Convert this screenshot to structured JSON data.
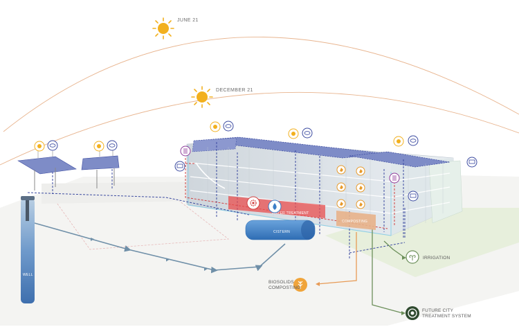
{
  "sun_paths": {
    "summer_label": "JUNE 21",
    "winter_label": "DECEMBER 21"
  },
  "systems": {
    "cistern_label": "CISTERN",
    "water_treatment_label": "WATER TREATMENT",
    "composting_label": "COMPOSTING",
    "well_label": "WELL",
    "irrigation_label": "IRRIGATION",
    "biosolids_line1": "BIOSOLIDS",
    "biosolids_line2": "COMPOSTING",
    "future_line1": "FUTURE CITY",
    "future_line2": "TREATMENT SYSTEM"
  },
  "colors": {
    "sun": "#f2b01e",
    "sun_path": "#e8b48e",
    "water_pipe": "#6f8fa8",
    "rain_pipe": "#3b4aa0",
    "waste_pipe": "#d04040",
    "compost_pipe": "#e79a55",
    "green_pipe": "#6c8f5a",
    "cistern": "#3d7fc7",
    "well": "#4a79b5"
  }
}
